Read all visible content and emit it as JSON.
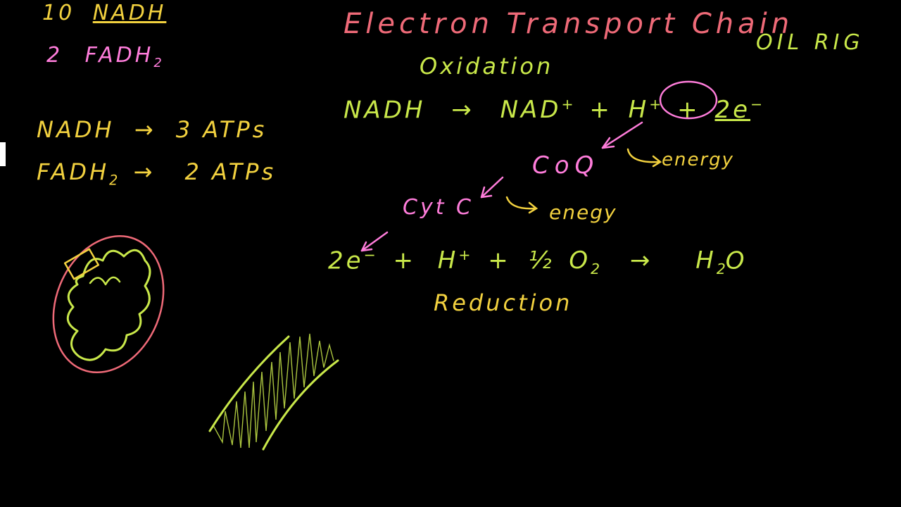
{
  "colors": {
    "background": "#000000",
    "pink": "#ff7ddb",
    "yellow": "#f2d13f",
    "green": "#c9e84a",
    "red": "#ef6a78"
  },
  "top_left": {
    "nadh_count": "10",
    "nadh_label": "NADH",
    "fadh_count": "2",
    "fadh_label": "FADH",
    "fadh_sub": "2"
  },
  "atp": {
    "nadh": "NADH",
    "nadh_arrow": "→",
    "nadh_atp": "3 ATPs",
    "fadh": "FADH",
    "fadh_sub": "2",
    "fadh_arrow": "→",
    "fadh_atp": "2 ATPs"
  },
  "title": "Electron Transport Chain",
  "mnemonic": "OIL  RIG",
  "oxidation": {
    "label": "Oxidation",
    "reactant": "NADH",
    "arrow": "→",
    "product1": "NAD",
    "product1_sup": "+",
    "plus1": "+",
    "product2": "H",
    "product2_sup": "+",
    "plus2": "+",
    "electrons": "2e",
    "electrons_sup": "−"
  },
  "chain": {
    "coq": "CoQ",
    "energy1": "energy",
    "cytc": "Cyt C",
    "energy2": "enegy"
  },
  "reduction": {
    "electrons": "2e",
    "electrons_sup": "−",
    "plus1": "+",
    "h": "H",
    "h_sup": "+",
    "plus2": "+",
    "half": "½",
    "o": "O",
    "o_sub": "2",
    "arrow": "→",
    "water_h": "H",
    "water_sub": "2",
    "water_o": "O",
    "label": "Reduction"
  }
}
